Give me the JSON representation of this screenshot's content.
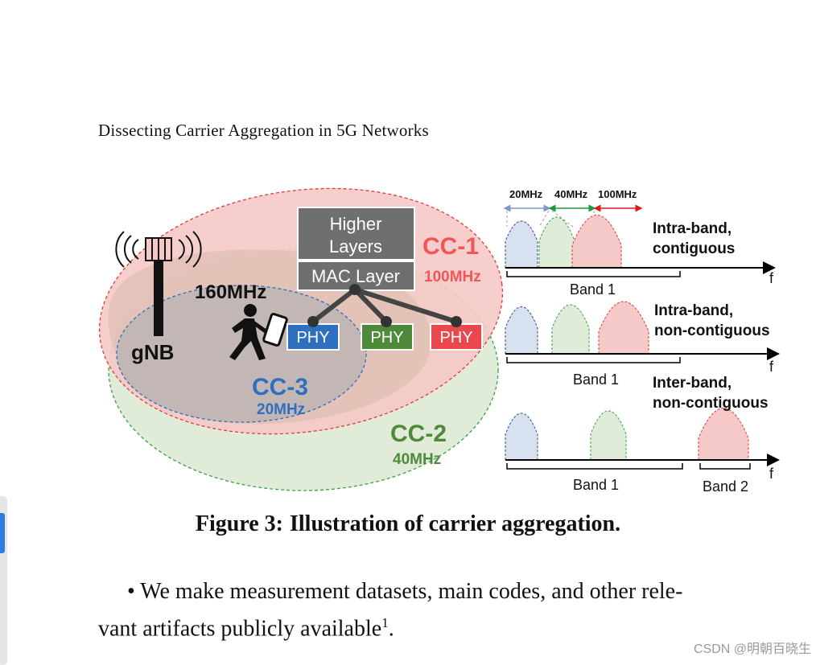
{
  "header": {
    "title": "Dissecting Carrier Aggregation in 5G Networks"
  },
  "diagram": {
    "higher_layers": [
      "Higher",
      "Layers"
    ],
    "mac_layer": "MAC Layer",
    "phy_labels": [
      "PHY",
      "PHY",
      "PHY"
    ],
    "cc1": {
      "name": "CC-1",
      "bw": "100MHz"
    },
    "cc2": {
      "name": "CC-2",
      "bw": "40MHz"
    },
    "cc3": {
      "name": "CC-3",
      "bw": "20MHz"
    },
    "aggregate_bw": "160MHz",
    "gnb": "gNB",
    "bandwidth_legend": [
      "20MHz",
      "40MHz",
      "100MHz"
    ],
    "spectrum": [
      {
        "title": [
          "Intra-band,",
          "contiguous"
        ],
        "bands": [
          "Band 1"
        ]
      },
      {
        "title": [
          "Intra-band,",
          "non-contiguous"
        ],
        "bands": [
          "Band 1"
        ]
      },
      {
        "title": [
          "Inter-band,",
          "non-contiguous"
        ],
        "bands": [
          "Band 1",
          "Band 2"
        ]
      }
    ],
    "axis_label": "f",
    "colors": {
      "blue": "#2e6fbf",
      "green": "#4f8a3a",
      "red": "#e8484e",
      "gray": "#6f6f6f"
    }
  },
  "caption": {
    "label": "Figure 3:",
    "text": "Illustration of carrier aggregation."
  },
  "body": {
    "line1": "• We make measurement datasets, main codes, and other rele-",
    "line2": "vant artifacts publicly available",
    "footnote": "1",
    "end": "."
  },
  "watermark": "CSDN @明朝百晓生"
}
